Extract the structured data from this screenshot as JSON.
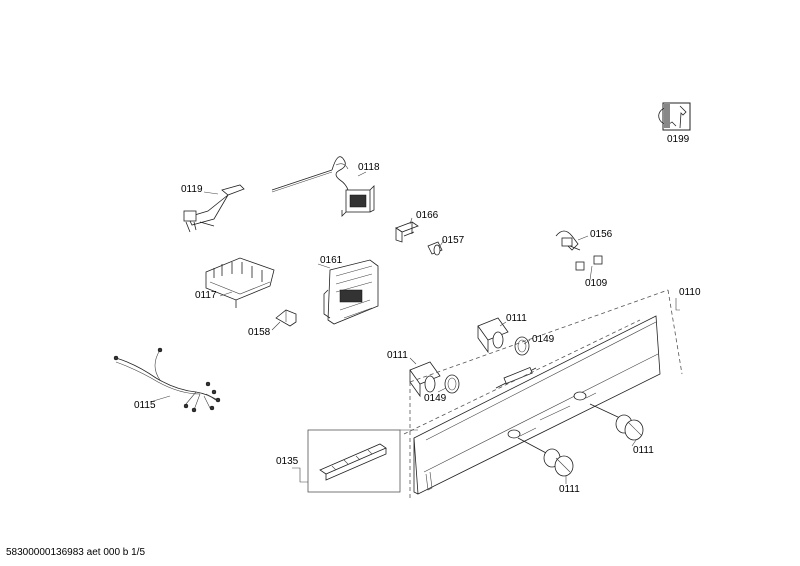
{
  "labels": {
    "l0199": "0199",
    "l0118": "0118",
    "l0119": "0119",
    "l0166": "0166",
    "l0157": "0157",
    "l0156": "0156",
    "l0161": "0161",
    "l0117": "0117",
    "l0109": "0109",
    "l0110": "0110",
    "l0158": "0158",
    "l0111a": "0111",
    "l0149a": "0149",
    "l0111b": "0111",
    "l0149b": "0149",
    "l0115": "0115",
    "l0135": "0135",
    "l0111c": "0111",
    "l0111d": "0111"
  },
  "footer": "58300000136983 aet 000 b 1/5",
  "icons": {
    "service": "wrench-icon"
  }
}
